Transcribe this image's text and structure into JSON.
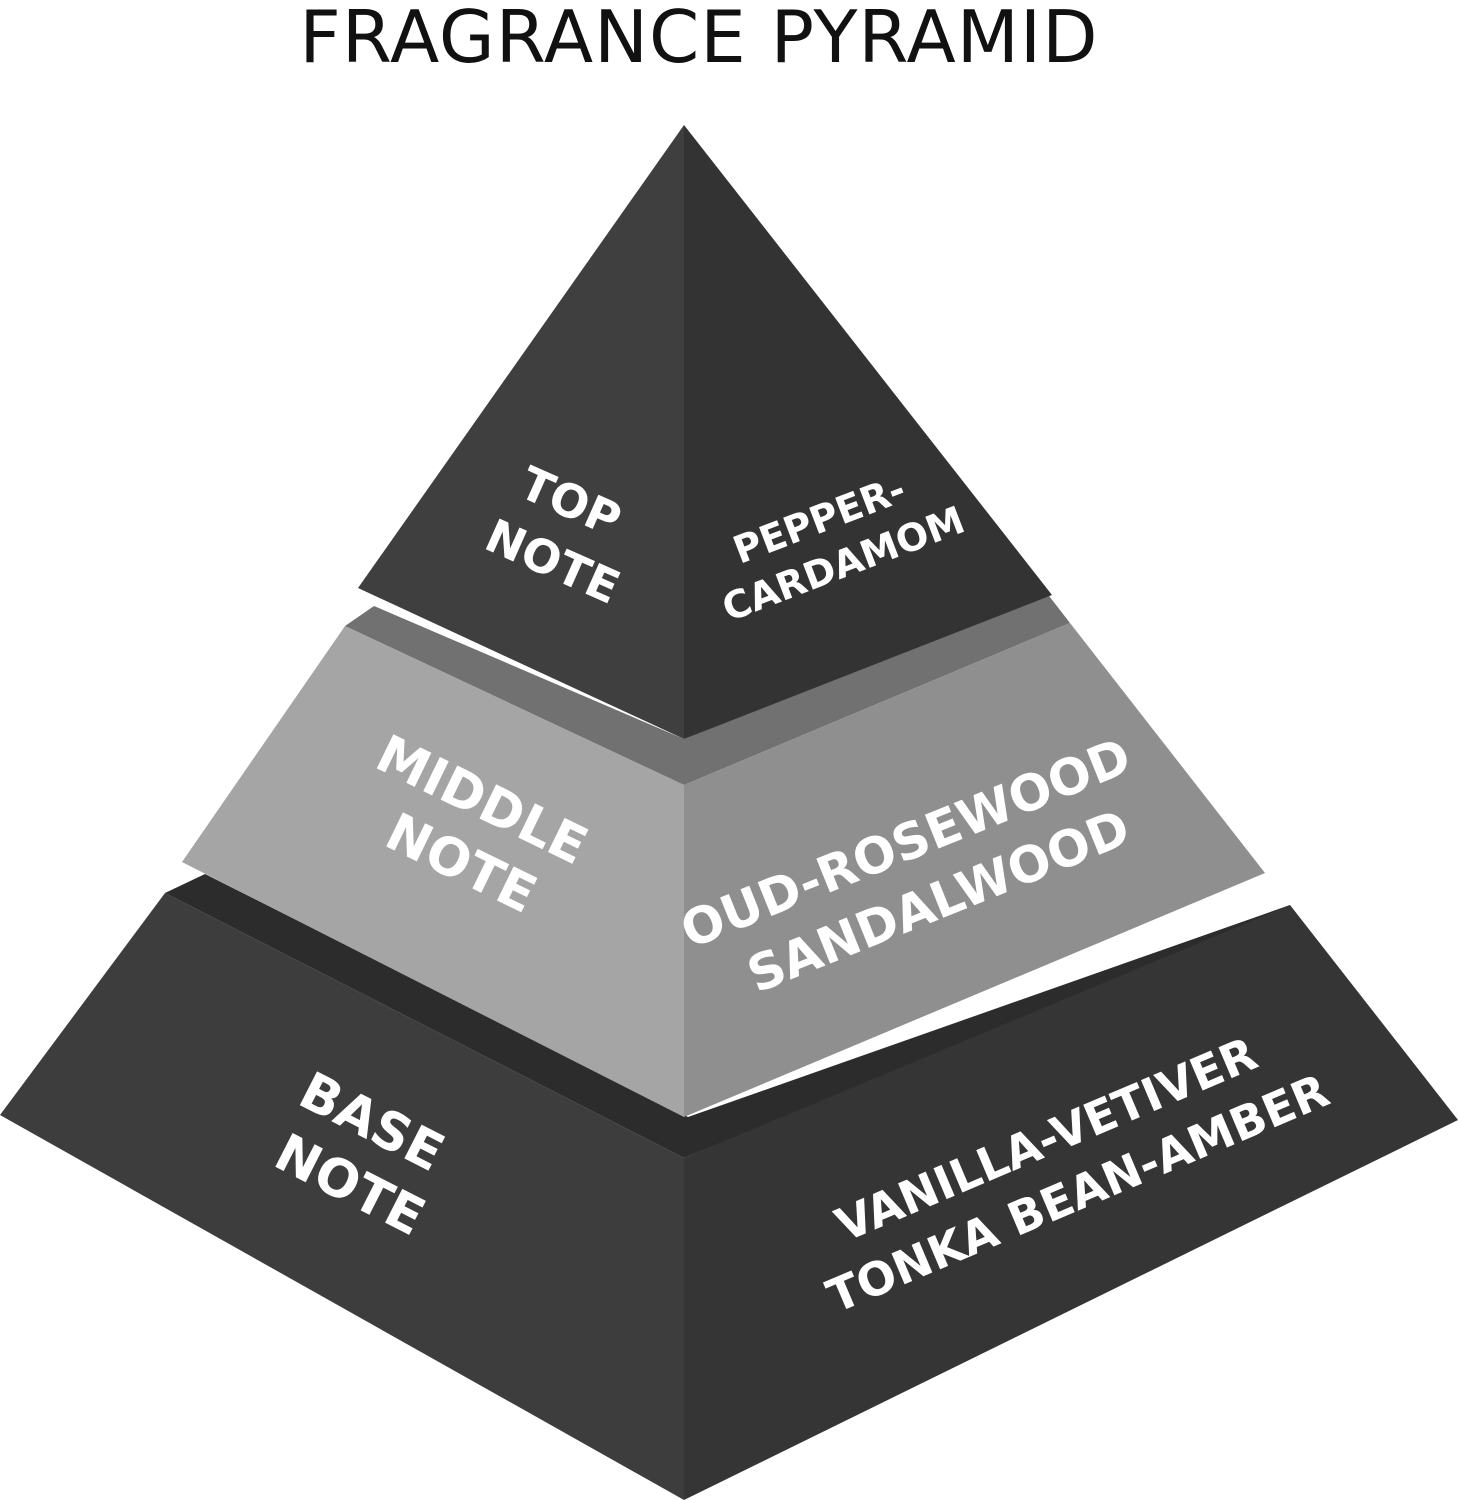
{
  "title": "FRAGRANCE PYRAMID",
  "colors": {
    "background": "#ffffff",
    "title_text": "#111111",
    "label_text": "#ffffff",
    "top_left_face": "#3f3f3f",
    "top_right_face": "#333333",
    "middle_left_face": "#a5a5a5",
    "middle_right_face": "#8f8f8f",
    "middle_top_ledge": "#717171",
    "base_left_face": "#3d3d3d",
    "base_right_face": "#353535",
    "base_top_ledge": "#2c2c2c"
  },
  "tiers": {
    "top": {
      "label_lines": [
        "TOP",
        "NOTE"
      ],
      "notes_lines": [
        "PEPPER-",
        "CARDAMOM"
      ]
    },
    "middle": {
      "label_lines": [
        "MIDDLE",
        "NOTE"
      ],
      "notes_lines": [
        "OUD-ROSEWOOD",
        "SANDALWOOD"
      ]
    },
    "base": {
      "label_lines": [
        "BASE",
        "NOTE"
      ],
      "notes_lines": [
        "VANILLA-VETIVER",
        "TONKA BEAN-AMBER"
      ]
    }
  }
}
